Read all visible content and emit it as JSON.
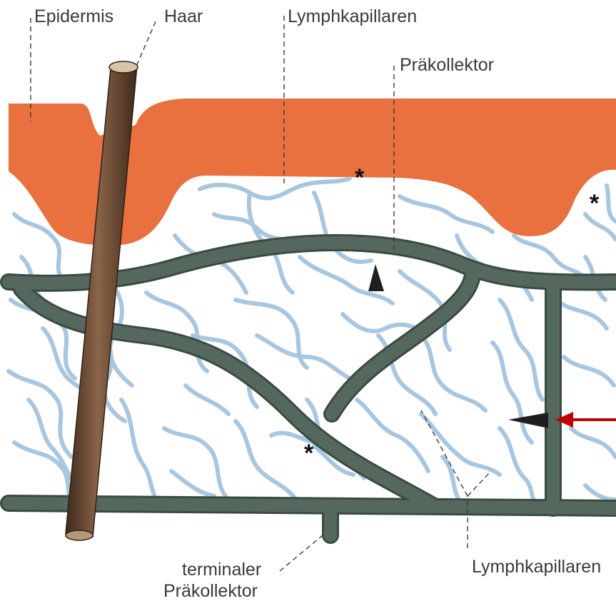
{
  "labels": {
    "epidermis": "Epidermis",
    "haar": "Haar",
    "lymphkapillaren_top": "Lymphkapillaren",
    "praekollektor": "Präkollektor",
    "terminaler_line1": "terminaler",
    "terminaler_line2": "Präkollektor",
    "lymphkapillaren_bottom": "Lymphkapillaren"
  },
  "markers": {
    "asterisk": "*"
  },
  "colors": {
    "epidermis": "#e9703f",
    "capillary": "#a9c6df",
    "capillary_edge": "#6e95b8",
    "precollector": "#55685e",
    "precollector_edge": "#3a4a42",
    "hair": "#6b4a33",
    "arrow": "#c00000",
    "text": "#3a3a3a"
  }
}
